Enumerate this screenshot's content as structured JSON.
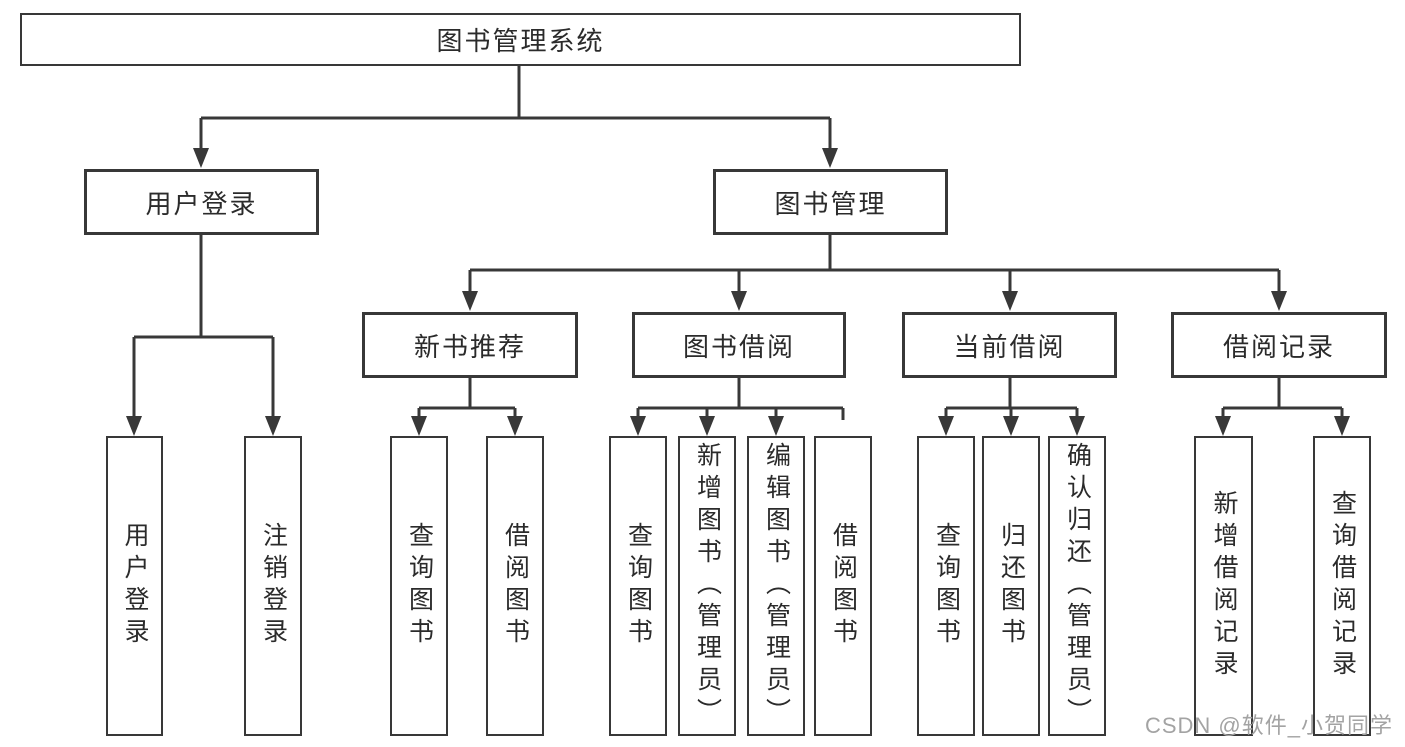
{
  "diagram": {
    "root": "图书管理系统",
    "level2": {
      "user_login": "用户登录",
      "book_mgmt": "图书管理"
    },
    "level3": {
      "new_books": "新书推荐",
      "borrow": "图书借阅",
      "current": "当前借阅",
      "records": "借阅记录"
    },
    "leaves": {
      "user_login": [
        "用户登录",
        "注销登录"
      ],
      "new_books": [
        "查询图书",
        "借阅图书"
      ],
      "borrow": [
        "查询图书",
        "新增图书（管理员）",
        "编辑图书（管理员）",
        "借阅图书"
      ],
      "current": [
        "查询图书",
        "归还图书",
        "确认归还（管理员）"
      ],
      "records": [
        "新增借阅记录",
        "查询借阅记录"
      ]
    }
  },
  "watermark": "CSDN @软件_小贺同学",
  "colors": {
    "line": "#383838",
    "text": "#2b2b2b",
    "watermark": "#a3a3a3",
    "background": "#ffffff"
  }
}
